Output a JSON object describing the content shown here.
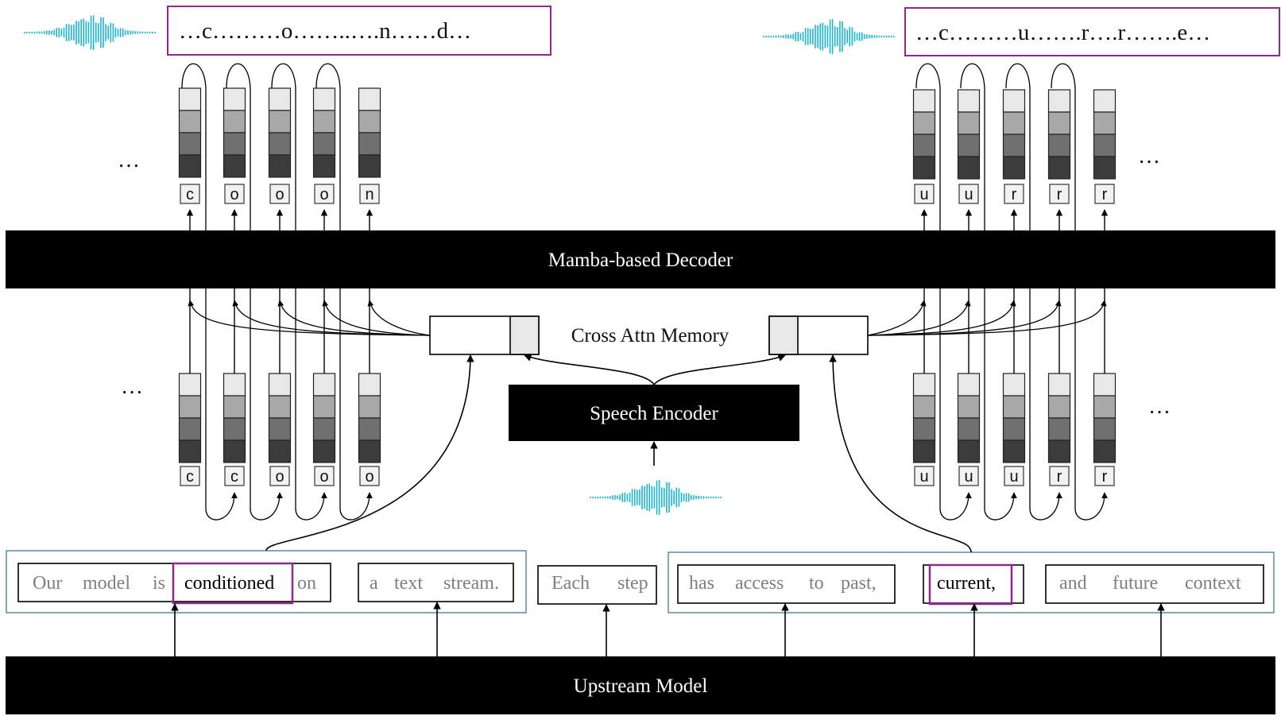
{
  "blocks": {
    "decoder": "Mamba-based Decoder",
    "speech_encoder": "Speech Encoder",
    "upstream_model": "Upstream Model",
    "memory_label": "Cross Attn Memory"
  },
  "outputs": {
    "left": "…c………o……..….n……d…",
    "right": "…c………u…….r….r…….e…"
  },
  "ellipsis": "…",
  "left_stack": {
    "top_chars": [
      "c",
      "o",
      "o",
      "o",
      "n"
    ],
    "bottom_chars": [
      "c",
      "c",
      "o",
      "o",
      "o"
    ]
  },
  "right_stack": {
    "top_chars": [
      "u",
      "u",
      "r",
      "r",
      "r"
    ],
    "bottom_chars": [
      "u",
      "u",
      "u",
      "r",
      "r"
    ]
  },
  "text_stream": {
    "left_chunk_1": [
      "Our",
      "model",
      "is",
      "conditioned",
      "on"
    ],
    "left_chunk_2": [
      "a",
      "text",
      "stream."
    ],
    "middle_chunk": [
      "Each",
      "step"
    ],
    "right_chunk_1": [
      "has",
      "access",
      "to",
      "past,"
    ],
    "right_chunk_2": [
      "current,"
    ],
    "right_chunk_3": [
      "and",
      "future",
      "context"
    ]
  },
  "colors": {
    "block_fill": "#000000",
    "waveform": "#1bb7d1",
    "highlight": "#8e2a8e",
    "group_border": "#31708f",
    "cell_shades": [
      "#e8e8e8",
      "#a8a8a8",
      "#707070",
      "#3c3c3c"
    ]
  }
}
